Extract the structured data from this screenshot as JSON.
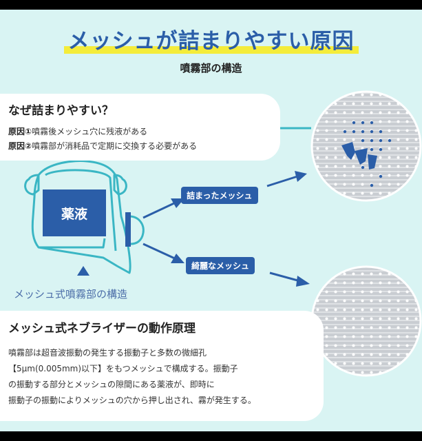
{
  "title": "メッシュが詰まりやすい原因",
  "subtitle": "噴霧部の構造",
  "why_card": {
    "heading": "なぜ詰まりやすい？",
    "cause1_label": "原因①",
    "cause1_text": "噴霧後メッシュ穴に残液がある",
    "cause2_label": "原因②",
    "cause2_text": "噴霧部が消耗品で定期に交換する必要がある"
  },
  "diagram": {
    "liquid_label": "薬液",
    "clogged_label": "詰まったメッシュ",
    "clean_label": "綺麗なメッシュ",
    "structure_label": "メッシュ式噴霧部の構造"
  },
  "principle_card": {
    "heading": "メッシュ式ネブライザーの動作原理",
    "line1": "噴霧部は超音波振動の発生する振動子と多数の微細孔",
    "line2": "【5μm(0.005mm)以下】をもつメッシュで構成する。振動子",
    "line3": "の振動する部分とメッシュの隙間にある薬液が、即時に",
    "line4": "振動子の振動によりメッシュの穴から押し出され、霧が発生する。"
  },
  "colors": {
    "background": "#d9f4f3",
    "accent_blue": "#2b5ea8",
    "highlight_yellow": "#f4ec3a",
    "teal_arrow": "#3ab6c4"
  }
}
